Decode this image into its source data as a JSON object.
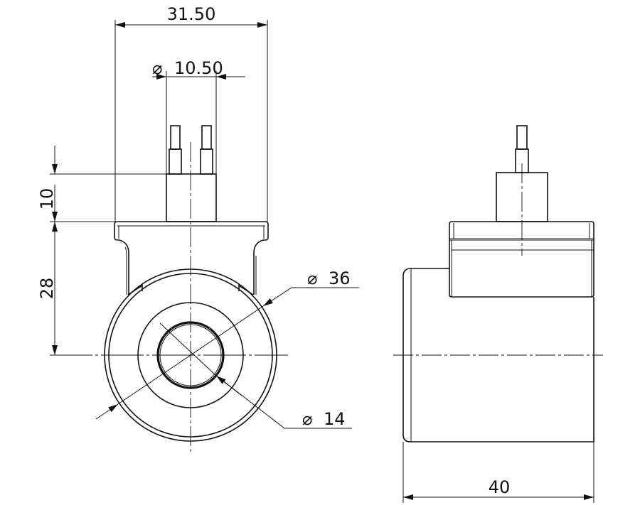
{
  "drawing": {
    "dimensions": {
      "overall_width": "31.50",
      "pin_spacing": "10.50",
      "terminal_height": "10",
      "center_height": "28",
      "outer_diameter": "36",
      "bore_diameter": "14",
      "body_length": "40"
    },
    "symbols": {
      "diameter": "⌀"
    },
    "line_color": "#111111"
  }
}
